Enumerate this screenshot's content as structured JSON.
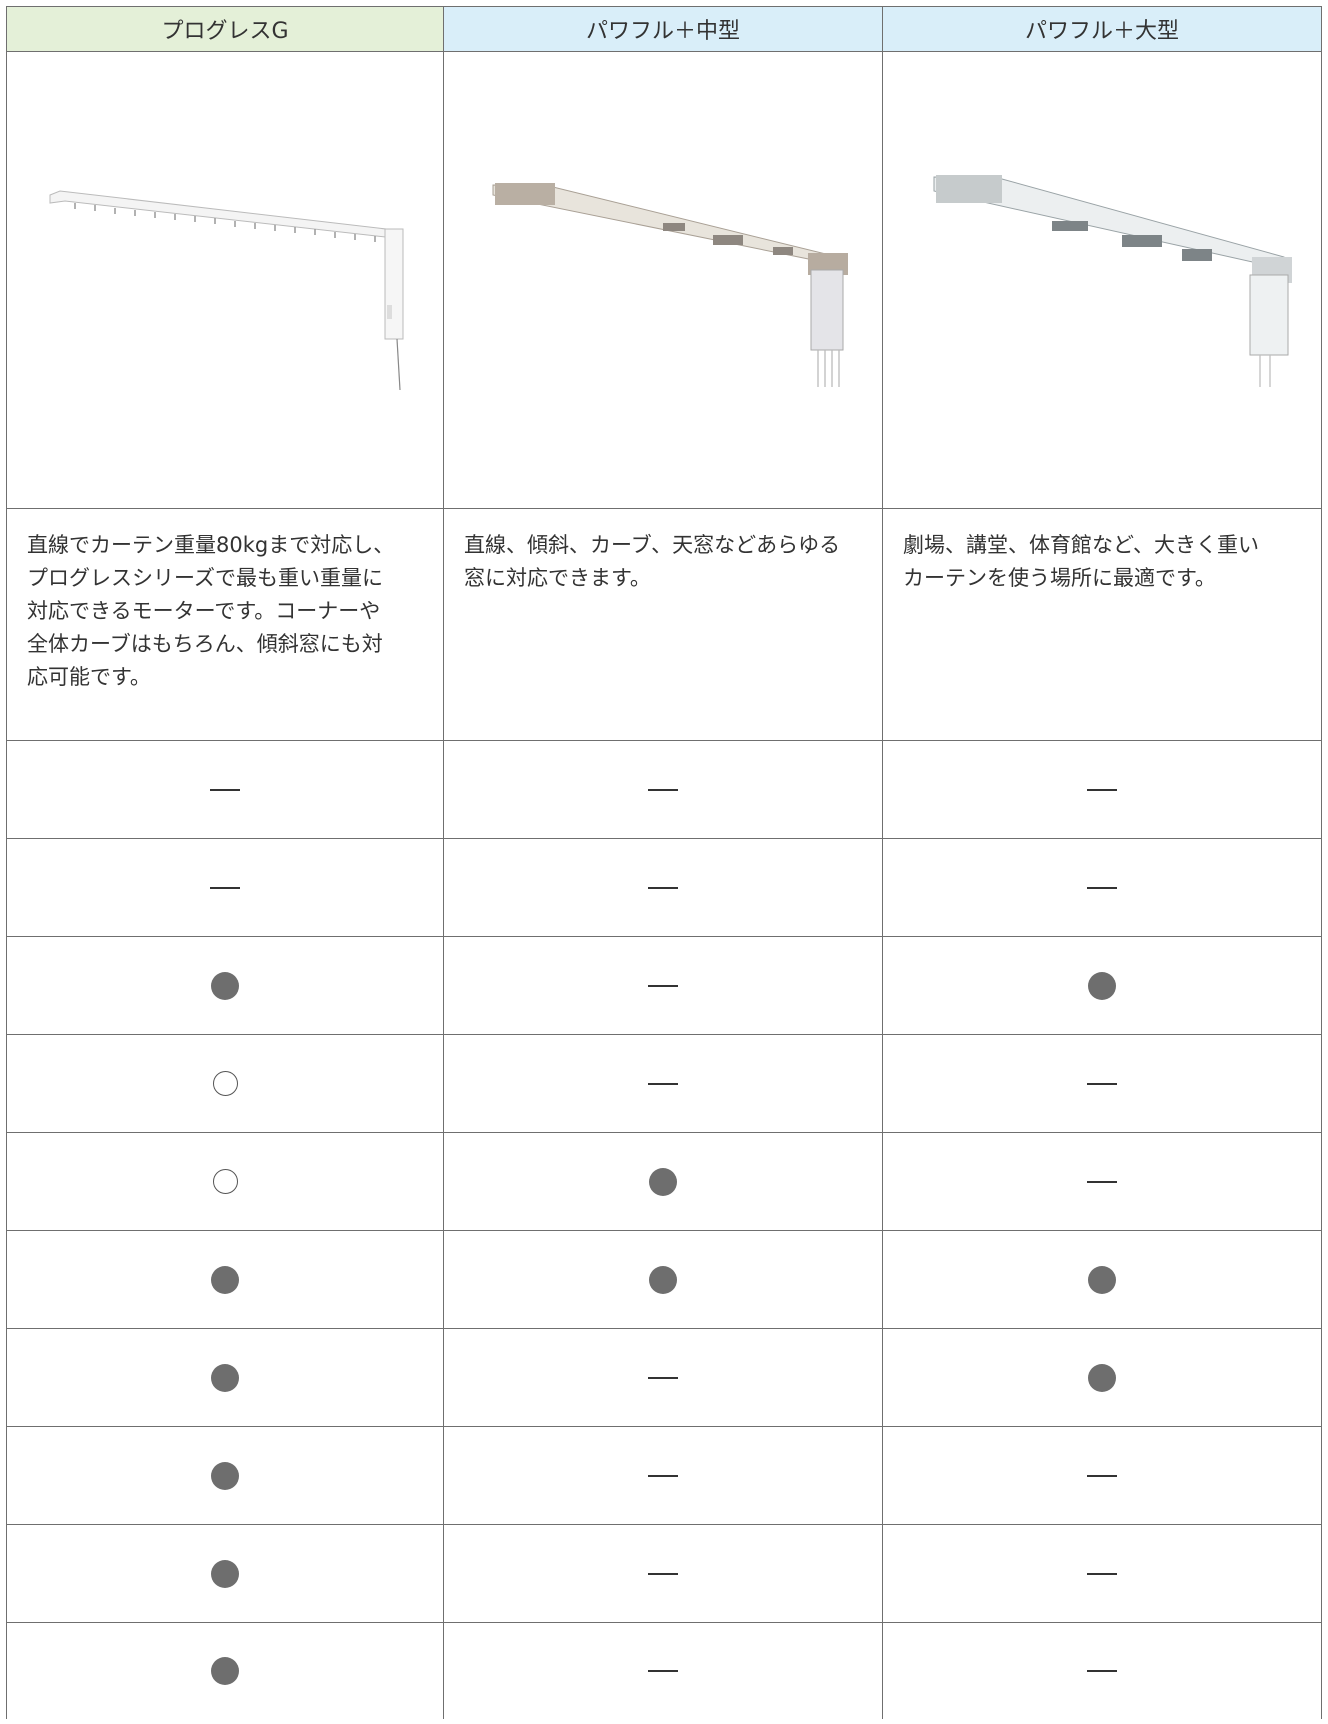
{
  "columns": [
    {
      "title": "プログレスG",
      "header_color": "#e4f0d8",
      "description": "直線でカーテン重量80kgまで対応し、\nプログレスシリーズで最も重い重量に\n対応できるモーターです。コーナーや\n全体カーブはもちろん、傾斜窓にも対\n応可能です。"
    },
    {
      "title": "パワフル＋中型",
      "header_color": "#d9eef9",
      "description": "直線、傾斜、カーブ、天窓などあらゆる\n窓に対応できます。"
    },
    {
      "title": "パワフル＋大型",
      "header_color": "#d9eef9",
      "description": "劇場、講堂、体育館など、大きく重い\nカーテンを使う場所に最適です。"
    }
  ],
  "rows": [
    [
      "dash",
      "dash",
      "dash"
    ],
    [
      "dash",
      "dash",
      "dash"
    ],
    [
      "dot",
      "dash",
      "dot"
    ],
    [
      "ring",
      "dash",
      "dash"
    ],
    [
      "ring",
      "dot",
      "dash"
    ],
    [
      "dot",
      "dot",
      "dot"
    ],
    [
      "dot",
      "dash",
      "dot"
    ],
    [
      "dot",
      "dash",
      "dash"
    ],
    [
      "dot",
      "dash",
      "dash"
    ],
    [
      "dot",
      "dash",
      "dash"
    ]
  ],
  "symbol_legend": {
    "dot": "filled-circle-icon",
    "ring": "open-circle-icon",
    "dash": "dash-icon"
  }
}
